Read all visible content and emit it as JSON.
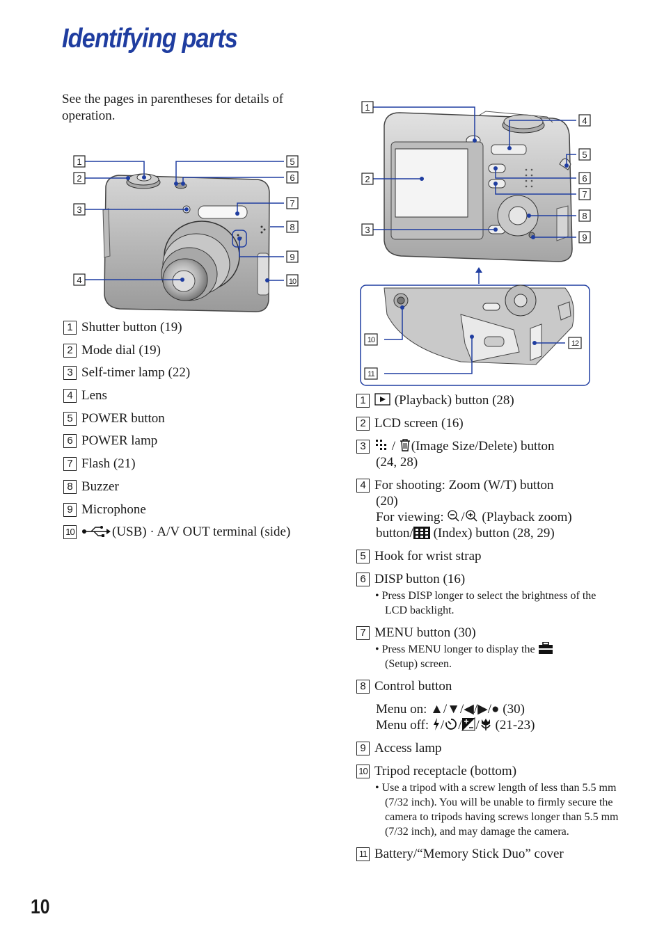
{
  "header": {
    "title": "Identifying parts"
  },
  "intro": "See the pages in parentheses for details of operation.",
  "front_view": {
    "callouts_left": [
      "1",
      "2",
      "3",
      "4"
    ],
    "callouts_right": [
      "5",
      "6",
      "7",
      "8",
      "9",
      "10"
    ]
  },
  "back_view": {
    "callouts_left": [
      "1",
      "2",
      "3"
    ],
    "callouts_right": [
      "4",
      "5",
      "6",
      "7",
      "8",
      "9"
    ],
    "inset_callouts_left": [
      "10",
      "11"
    ],
    "inset_callouts_right": [
      "12"
    ]
  },
  "front_list": [
    {
      "n": "1",
      "text": "Shutter button (19)"
    },
    {
      "n": "2",
      "text": "Mode dial (19)"
    },
    {
      "n": "3",
      "text": "Self-timer lamp (22)"
    },
    {
      "n": "4",
      "text": "Lens"
    },
    {
      "n": "5",
      "text": "POWER button"
    },
    {
      "n": "6",
      "text": "POWER lamp"
    },
    {
      "n": "7",
      "text": "Flash (21)"
    },
    {
      "n": "8",
      "text": "Buzzer"
    },
    {
      "n": "9",
      "text": "Microphone"
    },
    {
      "n": "10",
      "text": "(USB) · A/V OUT terminal (side)"
    }
  ],
  "back_list": {
    "i1": {
      "n": "1",
      "text": "(Playback) button (28)"
    },
    "i2": {
      "n": "2",
      "text": "LCD screen (16)"
    },
    "i3": {
      "n": "3",
      "sep": "/",
      "text": "(Image Size/Delete) button",
      "cont": "(24, 28)"
    },
    "i4": {
      "n": "4",
      "line1": "For shooting: Zoom (W/T) button",
      "line2": "(20)",
      "line3_pre": "For viewing:",
      "line3_sep": "/",
      "line3_post": "(Playback zoom)",
      "line4_pre": "button/",
      "line4_post": "(Index) button (28, 29)"
    },
    "i5": {
      "n": "5",
      "text": "Hook for wrist strap"
    },
    "i6": {
      "n": "6",
      "text": "DISP button (16)",
      "note": "• Press DISP longer to select the brightness of the LCD backlight."
    },
    "i7": {
      "n": "7",
      "text": "MENU button (30)",
      "note_pre": "• Press MENU longer to display the",
      "note_post": "(Setup) screen."
    },
    "i8": {
      "n": "8",
      "text": "Control button",
      "menu_on_label": "Menu on:",
      "menu_on_symbols": "▲/▼/◀/▶/●",
      "menu_on_pages": "(30)",
      "menu_off_label": "Menu off:",
      "menu_off_pages": "(21-23)"
    },
    "i9": {
      "n": "9",
      "text": "Access lamp"
    },
    "i10": {
      "n": "10",
      "text": "Tripod receptacle (bottom)",
      "note": "• Use a tripod with a screw length of less than 5.5 mm (7/32 inch). You will be unable to firmly secure the camera to tripods having screws longer than 5.5 mm (7/32 inch), and may damage the camera."
    },
    "i11": {
      "n": "11",
      "text": "Battery/“Memory Stick Duo” cover"
    }
  },
  "icons": [
    "usb-icon",
    "playback-icon",
    "image-size-icon",
    "trash-icon",
    "zoom-out-icon",
    "zoom-in-icon",
    "index-icon",
    "setup-toolbox-icon",
    "flash-icon",
    "self-timer-icon",
    "exposure-icon",
    "macro-tulip-icon"
  ],
  "footer": {
    "page_number": "10"
  },
  "colors": {
    "title": "#1f3da0",
    "callout_line": "#1f3da0",
    "inset_border": "#1f3da0"
  }
}
